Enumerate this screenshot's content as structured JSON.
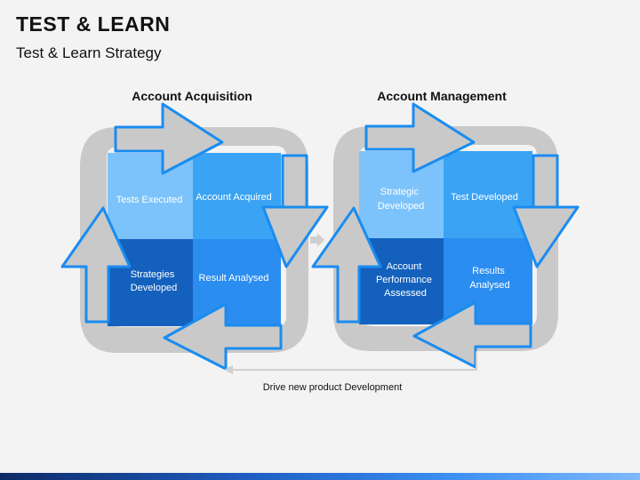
{
  "title": "TEST & LEARN",
  "subtitle": "Test & Learn Strategy",
  "cycles": [
    {
      "heading": "Account Acquisition",
      "quadrants": [
        {
          "label_lines": [
            "Tests Executed"
          ],
          "color": "#7cc3fb"
        },
        {
          "label_lines": [
            "Account Acquired"
          ],
          "color": "#3aa3f4"
        },
        {
          "label_lines": [
            "Strategies",
            "Developed"
          ],
          "color": "#1461bd"
        },
        {
          "label_lines": [
            "Result Analysed"
          ],
          "color": "#2b8df0"
        }
      ]
    },
    {
      "heading": "Account Management",
      "quadrants": [
        {
          "label_lines": [
            "Strategic",
            "Developed"
          ],
          "color": "#7cc3fb"
        },
        {
          "label_lines": [
            "Test Developed"
          ],
          "color": "#3aa3f4"
        },
        {
          "label_lines": [
            "Account",
            "Performance",
            "Assessed"
          ],
          "color": "#1461bd"
        },
        {
          "label_lines": [
            "Results",
            "Analysed"
          ],
          "color": "#2b8df0"
        }
      ]
    }
  ],
  "feedback_label": "Drive new product Development",
  "colors": {
    "frame": "#c9c9c9",
    "arrow_fill": "#c9c9c9",
    "arrow_edge": "#1a8cf0",
    "connector": "#cfcfcf"
  }
}
